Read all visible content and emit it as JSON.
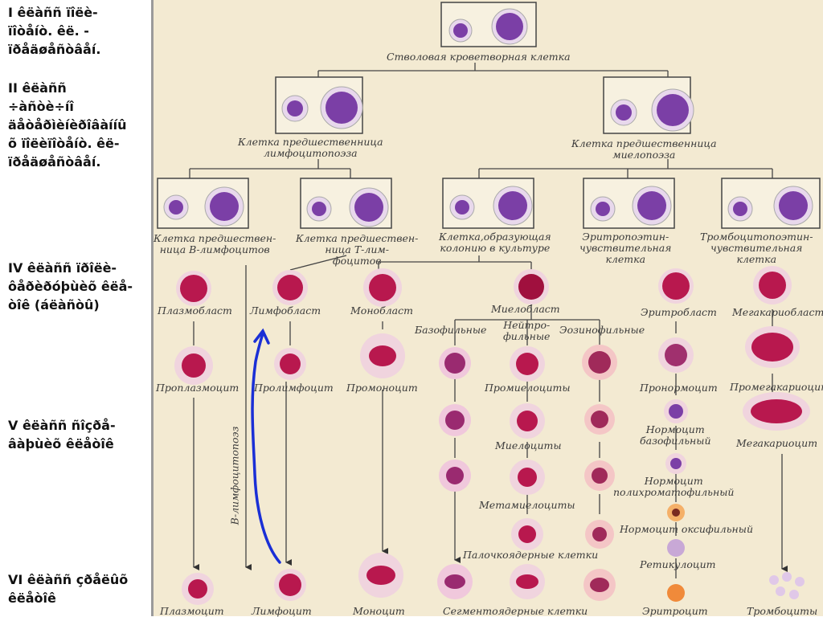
{
  "left_panel": {
    "classes": [
      {
        "text": "I êëàññ ïîëè-\nïîòåíò. êë. -\nïðåäøåñòâåí."
      },
      {
        "text": "II êëàññ\n÷àñòè÷íî\näåòåðìèíèðîâàííû\nõ ïîëèïîòåíò. êë-\nïðåäøåñòâåí."
      },
      {
        "text": "IV êëàññ ïðîëè-\nôåðèðóþùèõ êëå-\nòîê (áëàñòû)"
      },
      {
        "text": "V êëàññ ñîçðå-\nâàþùèõ êëåòîê"
      },
      {
        "text": "VI êëàññ çðåëûõ\nêëåòîê"
      }
    ]
  },
  "diagram": {
    "stem_cell": "Стволовая кроветворная клетка",
    "lymph_precursor": "Клетка предшественница\nлимфоцитопоэза",
    "myelo_precursor": "Клетка предшественница\nмиелопоэза",
    "b_precursor": "Клетка предшествен-\nница В-лимфоцитов",
    "t_precursor": "Клетка предшествен-\nница Т-лим-\nфоцитов",
    "cfu_culture": "Клетка,образующая\nколонию в культуре",
    "erythropoietin": "Эритропоэтин-\nчувствительная\nклетка",
    "thrombopoietin": "Тромбоцитопоэтин-\nчувствительная\nклетка",
    "plasmoblast": "Плазмобласт",
    "lymphoblast": "Лимфобласт",
    "monoblast": "Монобласт",
    "myeloblast": "Миелобласт",
    "erythroblast": "Эритробласт",
    "megakaryoblast": "Мегакариобласт",
    "basophilic": "Базофильные",
    "neutrophilic": "Нейтро-\nфильные",
    "eosinophilic": "Эозинофильные",
    "proplasmocyte": "Проплазмоцит",
    "prolymphocyte": "Пролимфоцит",
    "promonocyte": "Промоноцит",
    "promyelocytes": "Промиелоциты",
    "pronormocyte": "Пронормоцит",
    "promegakaryocyte": "Промегакариоцит",
    "normocyte_baso": "Нормоцит\nбазофильный",
    "megakaryocyte": "Мегакариоцит",
    "myelocytes": "Миелоциты",
    "normocyte_poly": "Нормоцит\nполихроматофильный",
    "metamyelocytes": "Метамиелоциты",
    "normocyte_oxy": "Нормоцит оксифильный",
    "band_cells": "Палочкоядерные  клетки",
    "reticulocyte": "Ретикулоцит",
    "b_lymphopoiesis": "В-лимфоцитопоэз",
    "plasmocyte": "Плазмоцит",
    "lymphocyte": "Лимфоцит",
    "monocyte": "Моноцит",
    "segmented": "Сегментоядерные  клетки",
    "erythrocyte": "Эритроцит",
    "platelets": "Тромбоциты"
  },
  "colors": {
    "panel_border": "#9a9a9a",
    "diagram_bg": "#f3ead2",
    "annotation_arrow": "#1a2fd6",
    "stem_cell_fill": "#7b3fa6",
    "blast_fill": "#b8184e"
  }
}
